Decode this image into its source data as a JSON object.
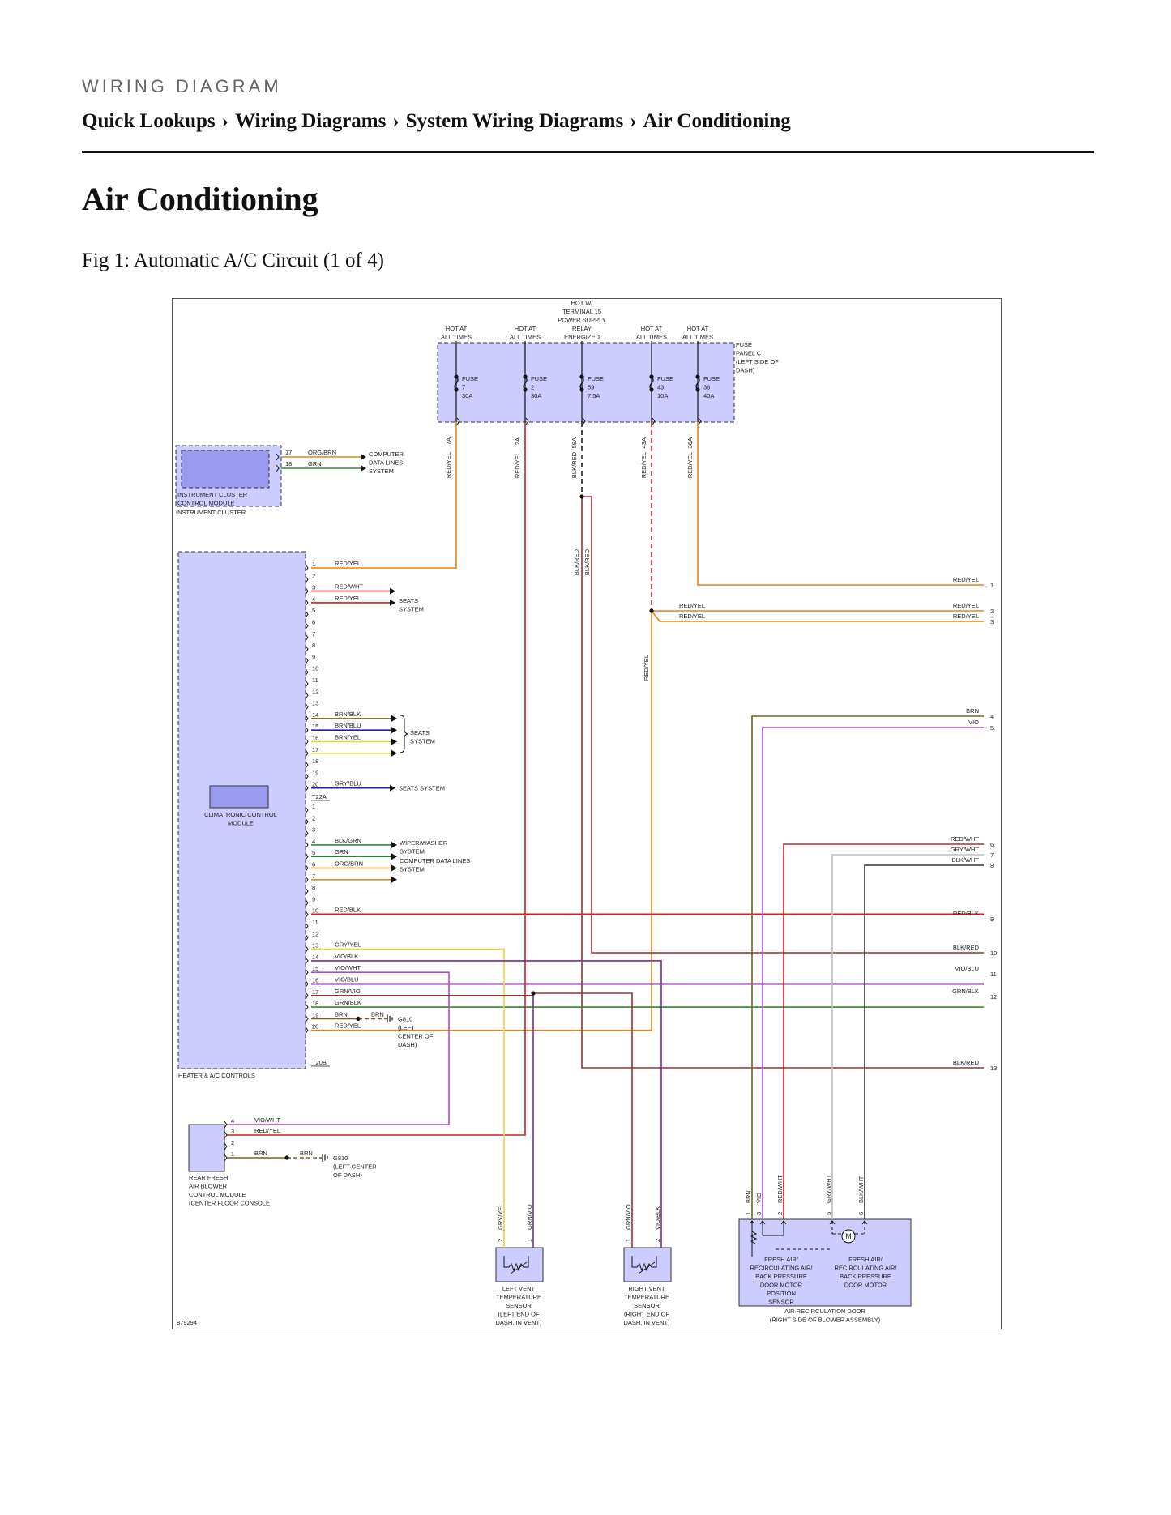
{
  "header": {
    "section_label": "WIRING DIAGRAM",
    "breadcrumb": [
      "Quick Lookups",
      "Wiring Diagrams",
      "System Wiring Diagrams",
      "Air Conditioning"
    ],
    "separator": "›"
  },
  "page_title": "Air Conditioning",
  "figure_caption": "Fig 1: Automatic A/C Circuit (1 of 4)",
  "diagram": {
    "figure_id": "879294",
    "fuse_panel": {
      "label": [
        "FUSE",
        "PANEL C",
        "(LEFT SIDE OF",
        "DASH)"
      ],
      "fuses": [
        {
          "hot": [
            "HOT AT",
            "ALL TIMES"
          ],
          "fuse": [
            "FUSE",
            "7",
            "30A"
          ],
          "terminal": "7A",
          "wire": "RED/YEL"
        },
        {
          "hot": [
            "HOT AT",
            "ALL TIMES"
          ],
          "fuse": [
            "FUSE",
            "2",
            "30A"
          ],
          "terminal": "2A",
          "wire": "RED/YEL"
        },
        {
          "hot": [
            "HOT W/",
            "TERMINAL 15",
            "POWER SUPPLY",
            "RELAY",
            "ENERGIZED"
          ],
          "fuse": [
            "FUSE",
            "59",
            "7.5A"
          ],
          "terminal": "59A",
          "wire": "BLK/RED"
        },
        {
          "hot": [
            "HOT AT",
            "ALL TIMES"
          ],
          "fuse": [
            "FUSE",
            "43",
            "10A"
          ],
          "terminal": "43A",
          "wire": "RED/YEL"
        },
        {
          "hot": [
            "HOT AT",
            "ALL TIMES"
          ],
          "fuse": [
            "FUSE",
            "36",
            "40A"
          ],
          "terminal": "36A",
          "wire": "RED/YEL"
        }
      ]
    },
    "instrument_cluster": {
      "module_label": [
        "INSTRUMENT CLUSTER",
        "CONTROL MODULE"
      ],
      "outer_label": "INSTRUMENT CLUSTER",
      "pins": [
        {
          "pin": "17",
          "wire": "ORG/BRN"
        },
        {
          "pin": "18",
          "wire": "GRN"
        }
      ],
      "destination": [
        "COMPUTER",
        "DATA LINES",
        "SYSTEM"
      ]
    },
    "climatronic": {
      "module_label": [
        "CLIMATRONIC CONTROL",
        "MODULE"
      ],
      "outer_label": "HEATER & A/C CONTROLS",
      "connector_a": "T22A",
      "connector_b": "T20B",
      "pins_a": [
        "1",
        "2",
        "3",
        "4",
        "5",
        "6",
        "7",
        "8",
        "9",
        "10",
        "11",
        "12",
        "13",
        "14",
        "15",
        "16",
        "17",
        "18",
        "19",
        "20"
      ],
      "pins_b": [
        "1",
        "2",
        "3",
        "4",
        "5",
        "6",
        "7",
        "8",
        "9",
        "10",
        "11",
        "12",
        "13",
        "14",
        "15",
        "16",
        "17",
        "18",
        "19",
        "20"
      ],
      "wires_a": [
        {
          "pin": "1",
          "wire": "RED/YEL"
        },
        {
          "pin": "3",
          "wire": "RED/WHT"
        },
        {
          "pin": "4",
          "wire": "RED/YEL"
        },
        {
          "pin": "14",
          "wire": "BRN/BLK"
        },
        {
          "pin": "15",
          "wire": "BRN/BLU"
        },
        {
          "pin": "16",
          "wire": "BRN/YEL"
        },
        {
          "pin": "20",
          "wire": "GRY/BLU"
        }
      ],
      "wires_b": [
        {
          "pin": "4",
          "wire": "BLK/GRN"
        },
        {
          "pin": "5",
          "wire": "GRN"
        },
        {
          "pin": "6",
          "wire": "ORG/BRN"
        },
        {
          "pin": "10",
          "wire": "RED/BLK"
        },
        {
          "pin": "13",
          "wire": "GRY/YEL"
        },
        {
          "pin": "14",
          "wire": "VIO/BLK"
        },
        {
          "pin": "15",
          "wire": "VIO/WHT"
        },
        {
          "pin": "16",
          "wire": "VIO/BLU"
        },
        {
          "pin": "17",
          "wire": "GRN/VIO"
        },
        {
          "pin": "18",
          "wire": "GRN/BLK"
        },
        {
          "pin": "19",
          "wire": "BRN"
        },
        {
          "pin": "20",
          "wire": "RED/YEL"
        }
      ],
      "seats_system_1": [
        "SEATS",
        "SYSTEM"
      ],
      "seats_system_2": [
        "SEATS",
        "SYSTEM"
      ],
      "seats_system_3": "SEATS SYSTEM",
      "wiper_system": [
        "WIPER/WASHER",
        "SYSTEM"
      ],
      "computer_system": [
        "COMPUTER DATA LINES",
        "SYSTEM"
      ],
      "ground_wire": "BRN",
      "ground": [
        "G810",
        "(LEFT",
        "CENTER OF",
        "DASH)"
      ]
    },
    "splices": {
      "blk_red_a": "BLK/RED",
      "blk_red_b": "BLK/RED",
      "red_yel_43": "RED/YEL"
    },
    "right_connector": [
      {
        "pin": "1",
        "wire": "RED/YEL"
      },
      {
        "pin": "2",
        "wire": "RED/YEL"
      },
      {
        "pin": "3",
        "wire": "RED/YEL"
      },
      {
        "pin": "4",
        "wire": "BRN"
      },
      {
        "pin": "5",
        "wire": "VIO"
      },
      {
        "pin": "6",
        "wire": "RED/WHT"
      },
      {
        "pin": "7",
        "wire": "GRY/WHT"
      },
      {
        "pin": "8",
        "wire": "BLK/WHT"
      },
      {
        "pin": "9",
        "wire": "RED/BLK"
      },
      {
        "pin": "10",
        "wire": "BLK/RED"
      },
      {
        "pin": "11",
        "wire": "VIO/BLU"
      },
      {
        "pin": "12",
        "wire": "GRN/BLK"
      },
      {
        "pin": "13",
        "wire": "BLK/RED"
      }
    ],
    "split_red_yel": [
      "RED/YEL",
      "RED/YEL"
    ],
    "rear_module": {
      "label": [
        "REAR FRESH",
        "AIR BLOWER",
        "CONTROL MODULE",
        "(CENTER FLOOR CONSOLE)"
      ],
      "pins": [
        {
          "pin": "4",
          "wire": "VIO/WHT"
        },
        {
          "pin": "3",
          "wire": "RED/YEL"
        },
        {
          "pin": "2",
          "wire": ""
        },
        {
          "pin": "1",
          "wire": "BRN"
        }
      ],
      "ground_wire": "BRN",
      "ground": [
        "G810",
        "(LEFT CENTER",
        "OF DASH)"
      ]
    },
    "left_sensor": {
      "label": [
        "LEFT VENT",
        "TEMPERATURE",
        "SENSOR",
        "(LEFT END OF",
        "DASH, IN VENT)"
      ],
      "pins": [
        {
          "pin": "2",
          "wire": "GRY/YEL"
        },
        {
          "pin": "1",
          "wire": "GRN/VIO"
        }
      ]
    },
    "right_sensor": {
      "label": [
        "RIGHT VENT",
        "TEMPERATURE",
        "SENSOR",
        "(RIGHT END OF",
        "DASH, IN VENT)"
      ],
      "pins": [
        {
          "pin": "1",
          "wire": "GRN/VIO"
        },
        {
          "pin": "2",
          "wire": "VIO/BLK"
        }
      ]
    },
    "recirc_door": {
      "label": [
        "AIR RECIRCULATION DOOR",
        "(RIGHT SIDE OF BLOWER ASSEMBLY)"
      ],
      "sensor_label": [
        "FRESH AIR/",
        "RECIRCULATING AIR/",
        "BACK PRESSURE",
        "DOOR MOTOR",
        "POSITION",
        "SENSOR"
      ],
      "motor_label": [
        "FRESH AIR/",
        "RECIRCULATING AIR/",
        "BACK PRESSURE",
        "DOOR MOTOR"
      ],
      "motor_symbol": "M",
      "pins": [
        {
          "pin": "1",
          "wire": "BRN"
        },
        {
          "pin": "3",
          "wire": "VIO"
        },
        {
          "pin": "2",
          "wire": "RED/WHT"
        },
        {
          "pin": "5",
          "wire": "GRY/WHT"
        },
        {
          "pin": "6",
          "wire": "BLK/WHT"
        }
      ]
    },
    "colors": {
      "module_fill": "#ccccff",
      "module_inner": "#9a9af0",
      "red_yel": "#e0861a",
      "red": "#d41e1e",
      "green": "#2f8a2f",
      "blue": "#24248c",
      "yellow": "#e3d63a",
      "violet": "#b548c8",
      "purple": "#7a2a9a",
      "dark_red": "#9a3030",
      "brown": "#7a6020",
      "gray": "#bdbdbd",
      "black": "#333333"
    }
  }
}
